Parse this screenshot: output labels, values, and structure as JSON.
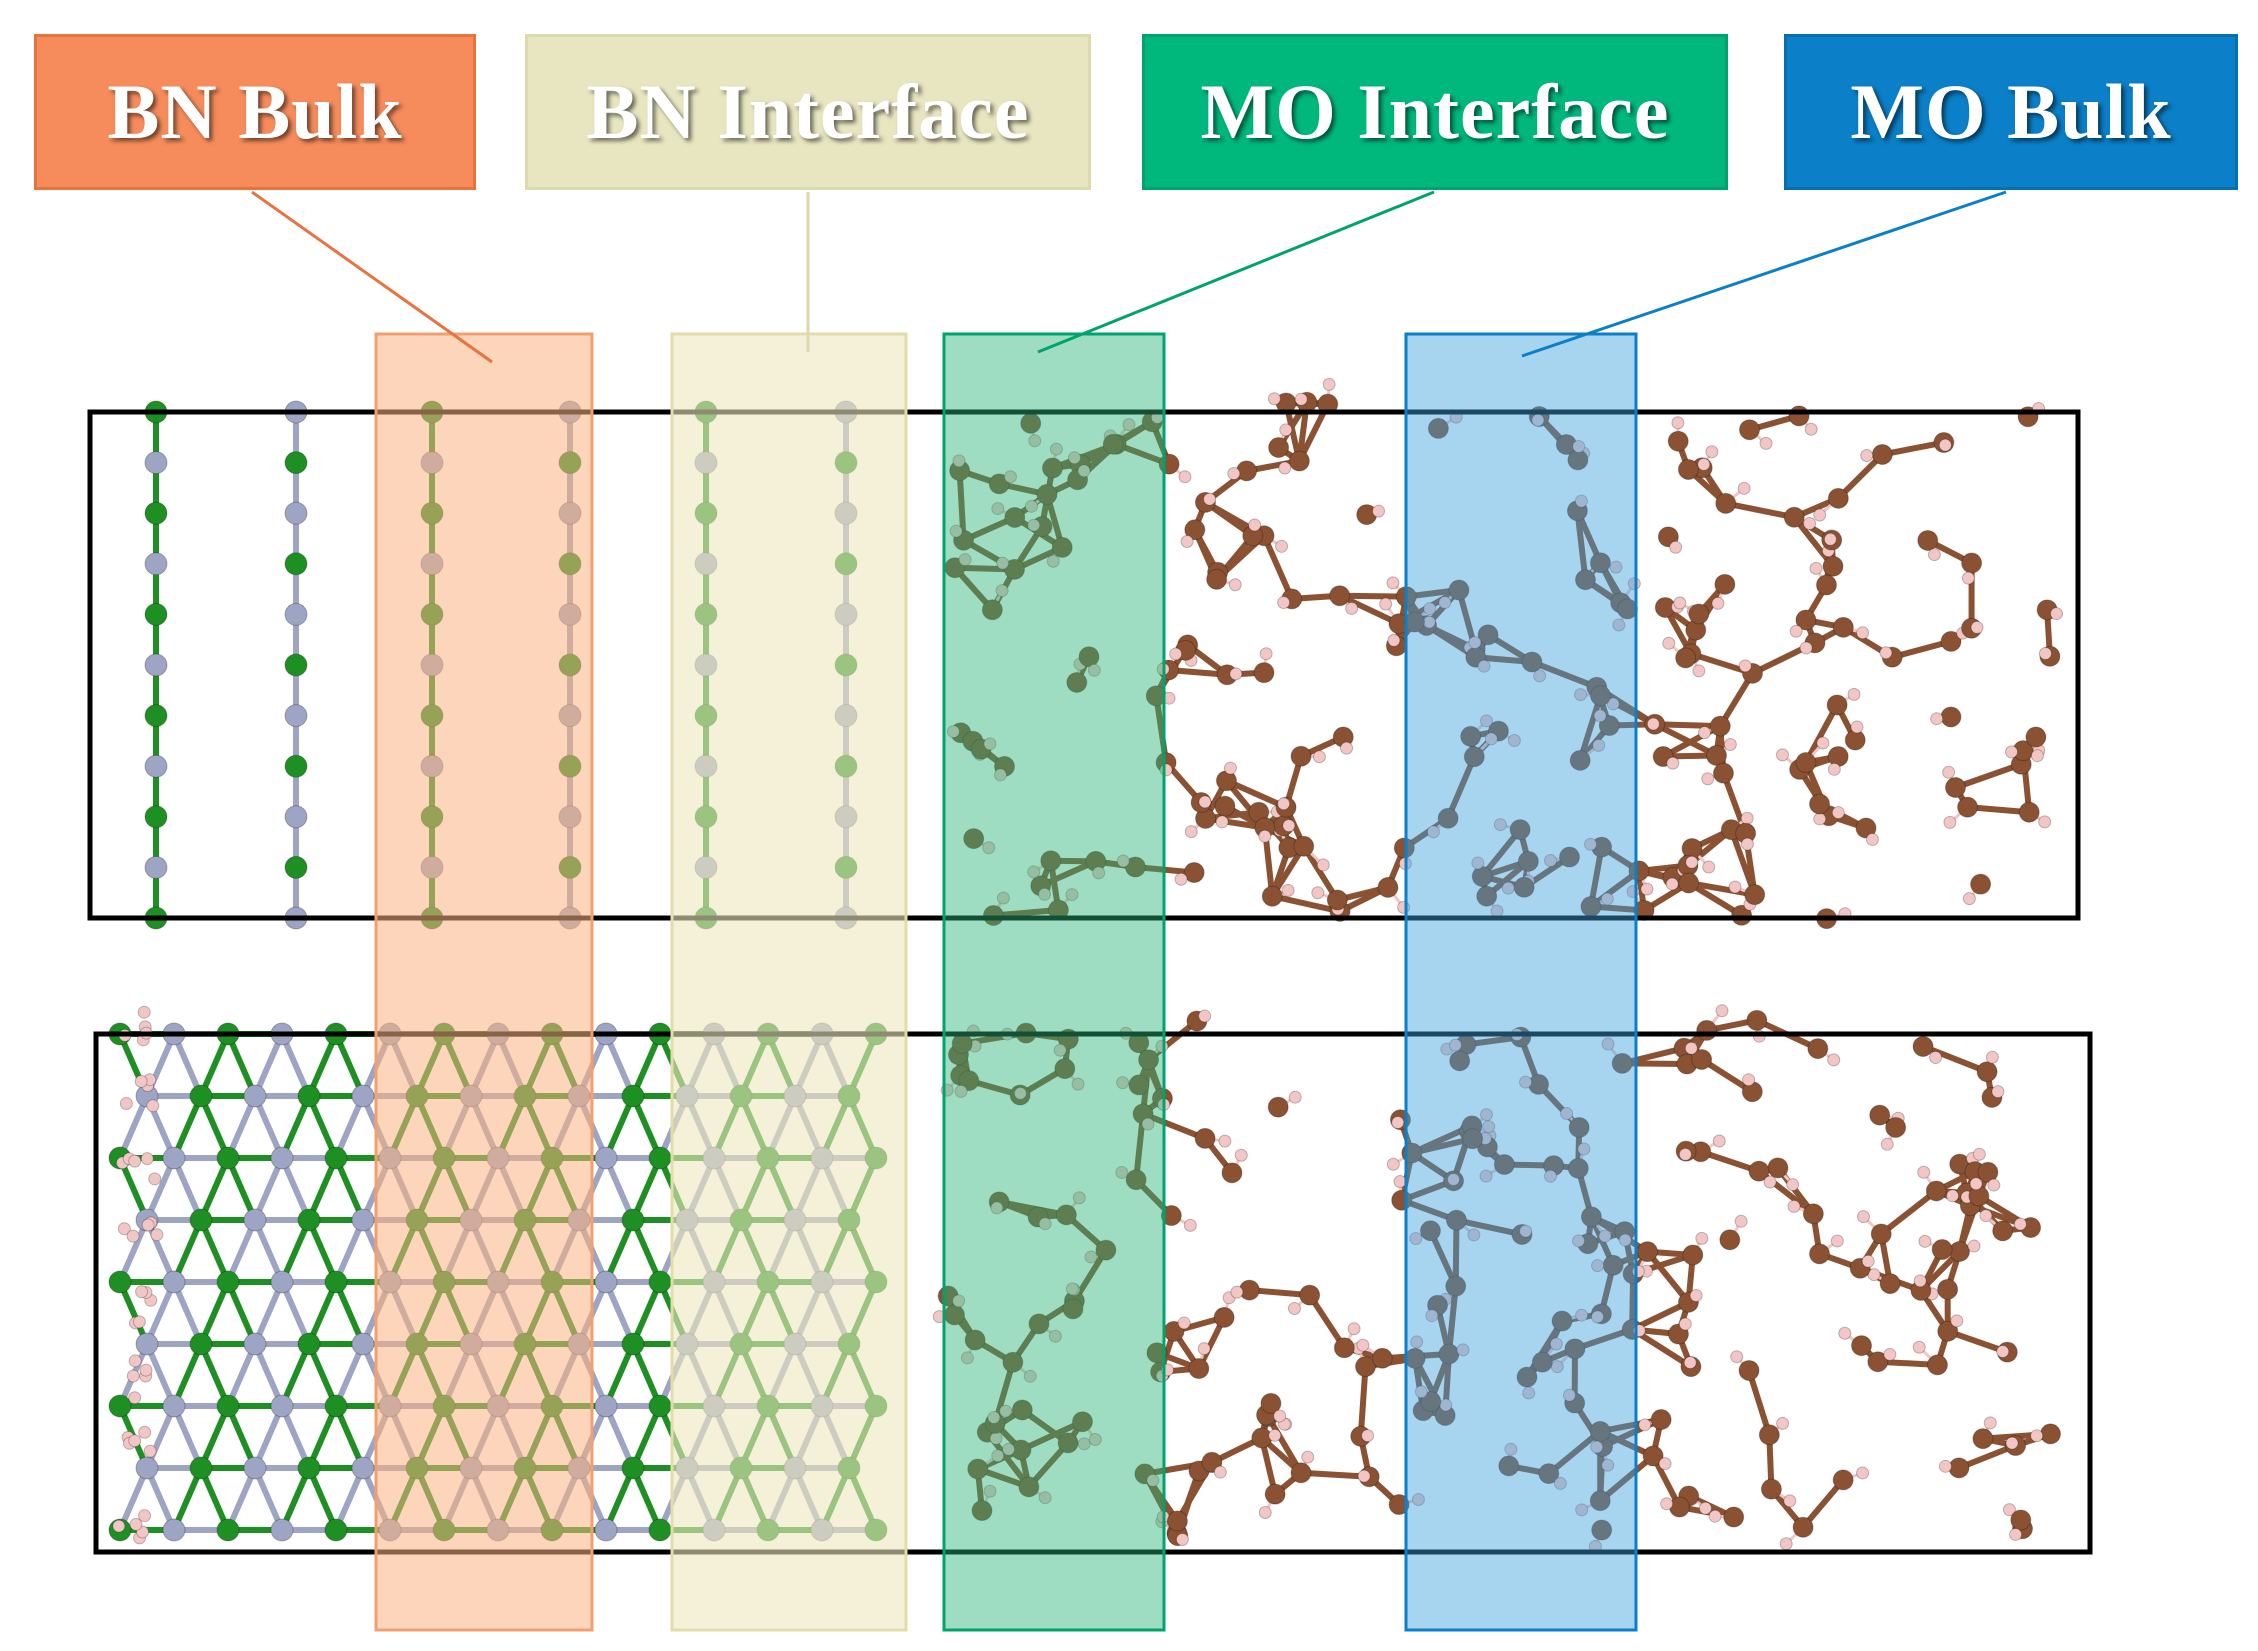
{
  "labels": {
    "bn_bulk": "BN Bulk",
    "bn_interface": "BN Interface",
    "mo_interface": "MO Interface",
    "mo_bulk": "MO Bulk"
  },
  "colors": {
    "bn_bulk": "#f68c5c",
    "bn_interface": "#e8e6c0",
    "mo_interface": "#00b87c",
    "mo_bulk": "#0b7fc7",
    "boron_atom": "#1e8f22",
    "nitrogen_atom": "#9ea4c4",
    "carbon_atom": "#8a5232",
    "hydrogen_atom": "#f3c6c6",
    "cell_border": "#000000"
  },
  "panels": [
    {
      "name": "side-view"
    },
    {
      "name": "top-view"
    }
  ]
}
